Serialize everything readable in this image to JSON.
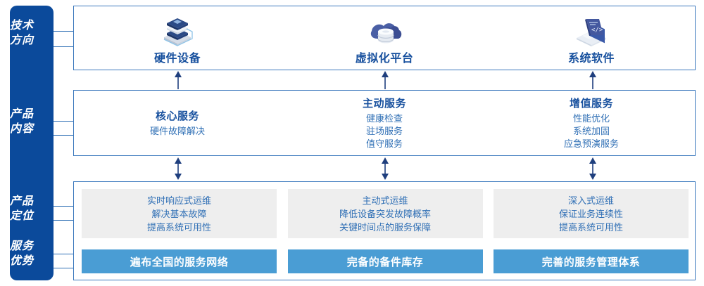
{
  "theme": {
    "sidebar_bg": "#0B4A9B",
    "panel_border": "#3b78bd",
    "heading_blue": "#17509e",
    "body_blue": "#2f6fb5",
    "grey_box_bg": "#eeeeee",
    "blue_bar_bg": "#4a9dd4",
    "white": "#ffffff"
  },
  "sidebar": {
    "items": [
      {
        "line1": "技术",
        "line2": "方向",
        "name": "tech-direction"
      },
      {
        "line1": "产品",
        "line2": "内容",
        "name": "product-content"
      },
      {
        "line1": "产品",
        "line2": "定位",
        "name": "product-positioning"
      },
      {
        "line1": "服务",
        "line2": "优势",
        "name": "service-advantage"
      }
    ]
  },
  "tech_direction": {
    "columns": [
      {
        "label": "硬件设备",
        "icon": "server-stack-icon"
      },
      {
        "label": "虚拟化平台",
        "icon": "cloud-database-icon"
      },
      {
        "label": "系统软件",
        "icon": "laptop-code-icon"
      }
    ]
  },
  "product_content": {
    "columns": [
      {
        "title": "核心服务",
        "items": [
          "硬件故障解决"
        ]
      },
      {
        "title": "主动服务",
        "items": [
          "健康检查",
          "驻场服务",
          "值守服务"
        ]
      },
      {
        "title": "增值服务",
        "items": [
          "性能优化",
          "系统加固",
          "应急预演服务"
        ]
      }
    ]
  },
  "product_positioning": {
    "columns": [
      {
        "lines": [
          "实时响应式运维",
          "解决基本故障",
          "提高系统可用性"
        ]
      },
      {
        "lines": [
          "主动式运维",
          "降低设备突发故障概率",
          "关键时间点的服务保障"
        ]
      },
      {
        "lines": [
          "深入式运维",
          "保证业务连续性",
          "提高系统可用性"
        ]
      }
    ]
  },
  "service_advantage": {
    "bars": [
      {
        "label": "遍布全国的服务网络"
      },
      {
        "label": "完备的备件库存"
      },
      {
        "label": "完善的服务管理体系"
      }
    ]
  }
}
